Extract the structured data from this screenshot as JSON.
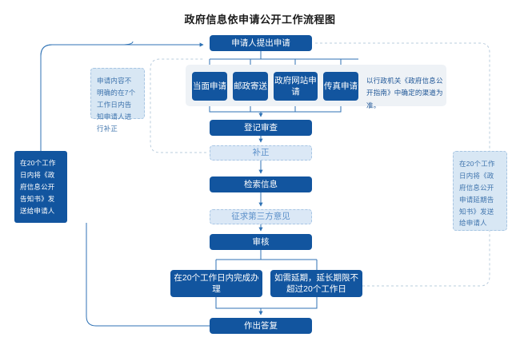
{
  "title": "政府信息依申请公开工作流程图",
  "theme": {
    "primary": "#12559f",
    "soft_fill": "#d8e7f4",
    "soft_border": "#a7c5e2",
    "soft_text": "#3f74ad",
    "panel_bg": "#eef2f6",
    "wire": "#2f72b5",
    "wire_dashed": "#b9ccdd",
    "title_color": "#1a1a1a"
  },
  "flow": {
    "apply": "申请人提出申请",
    "methods": [
      {
        "label": "当面申请"
      },
      {
        "label": "邮政寄送"
      },
      {
        "label": "政府网站申请"
      },
      {
        "label": "传真申请"
      }
    ],
    "methods_note": "以行政机关《政府信息公开指南》中确定的渠道为准。",
    "register": "登记审查",
    "amend": "补正",
    "search": "检索信息",
    "third_party": "征求第三方意见",
    "review": "审核",
    "branch_normal": "在20个工作日内完成办理",
    "branch_extend": "如需延期，延长期限不超过20个工作日",
    "reply": "作出答复"
  },
  "notes": {
    "unclear_application": "申请内容不明确的在7个工作日内告知申请人进行补正",
    "deliver_notice": "在20个工作日内将《政府信息公开告知书》发送给申请人",
    "deliver_extension_notice": "在20个工作日内将《政府信息公开申请延期告知书》发送给申请人"
  }
}
